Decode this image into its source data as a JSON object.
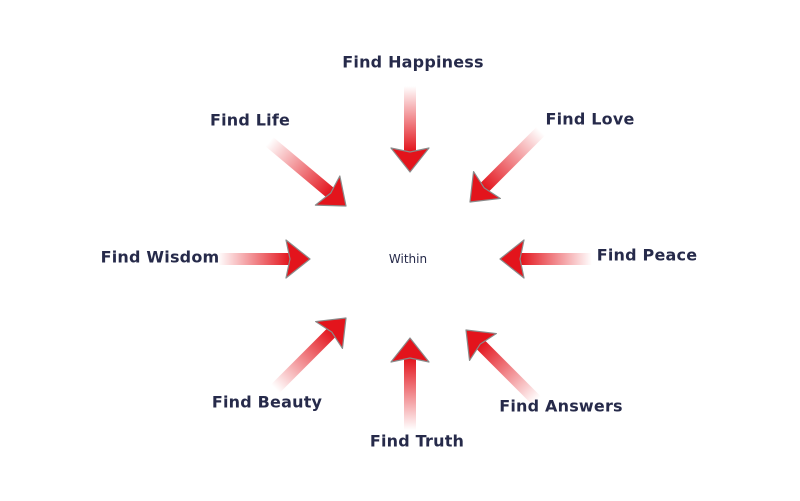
{
  "center": {
    "text": "Within"
  },
  "labels": [
    {
      "id": "happiness",
      "text": "Find Happiness"
    },
    {
      "id": "love",
      "text": "Find Love"
    },
    {
      "id": "peace",
      "text": "Find Peace"
    },
    {
      "id": "answers",
      "text": "Find Answers"
    },
    {
      "id": "truth",
      "text": "Find Truth"
    },
    {
      "id": "beauty",
      "text": "Find Beauty"
    },
    {
      "id": "wisdom",
      "text": "Find Wisdom"
    },
    {
      "id": "life",
      "text": "Find Life"
    }
  ],
  "colors": {
    "arrow": "#e3141c",
    "arrow_edge": "#8a8a8a",
    "text": "#262a4a"
  }
}
